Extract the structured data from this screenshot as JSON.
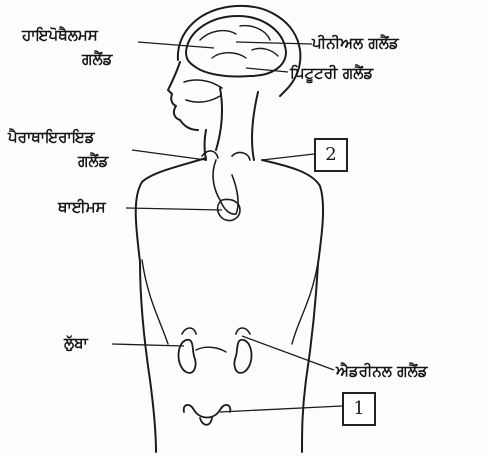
{
  "diagram": {
    "labels": {
      "hypothalamus": "ਹਾਇਪੋਥੈਲਮਸ",
      "hypothalamus_2": "ਗਲੈਂਡ",
      "pineal": "ਪੀਨੀਅਲ ਗਲੈਂਡ",
      "pituitary": "ਪਿਟੂਟਰੀ ਗਲੈਂਡ",
      "parathyroid": "ਪੈਰਾਥਾਇਰਾਇਡ",
      "parathyroid_2": "ਗਲੈਂਡ",
      "thymus": "ਥਾਈਮਸ",
      "pancreas": "ਲੁੱਬਾ",
      "adrenal": "ਐਡਰੀਨਲ ਗਲੈਂਡ"
    },
    "boxes": {
      "box_2": "2",
      "box_1": "1"
    }
  }
}
